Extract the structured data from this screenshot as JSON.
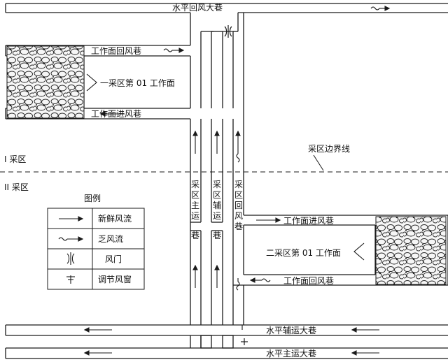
{
  "roadways": {
    "horizontal_return_main": "水平回风大巷",
    "district1_return": "工作面回风巷",
    "district1_intake": "工作面进风巷",
    "district2_intake": "工作面进风巷",
    "district2_return": "工作面回风巷",
    "horizontal_aux_haulage": "水平辅运大巷",
    "horizontal_main_haulage": "水平主运大巷"
  },
  "workfaces": {
    "district1": "一采区第 01 工作面",
    "district2": "二采区第 01 工作面"
  },
  "districts": {
    "district1": "I 采区",
    "district2": "II 采区",
    "boundary": "采区边界线"
  },
  "shafts": {
    "main_haulage": [
      "采",
      "区",
      "主",
      "运",
      "巷"
    ],
    "aux_haulage": [
      "采",
      "区",
      "辅",
      "运",
      "巷"
    ],
    "return_air": [
      "采",
      "区",
      "回",
      "风",
      "巷"
    ]
  },
  "legend": {
    "title": "图例",
    "items": [
      {
        "symbol": "fresh-airflow-arrow",
        "label": "新鲜风流"
      },
      {
        "symbol": "stale-airflow-arrow",
        "label": "乏风流"
      },
      {
        "symbol": "air-door",
        "label": "风门"
      },
      {
        "symbol": "regulator-window",
        "label": "调节风窗"
      }
    ]
  }
}
